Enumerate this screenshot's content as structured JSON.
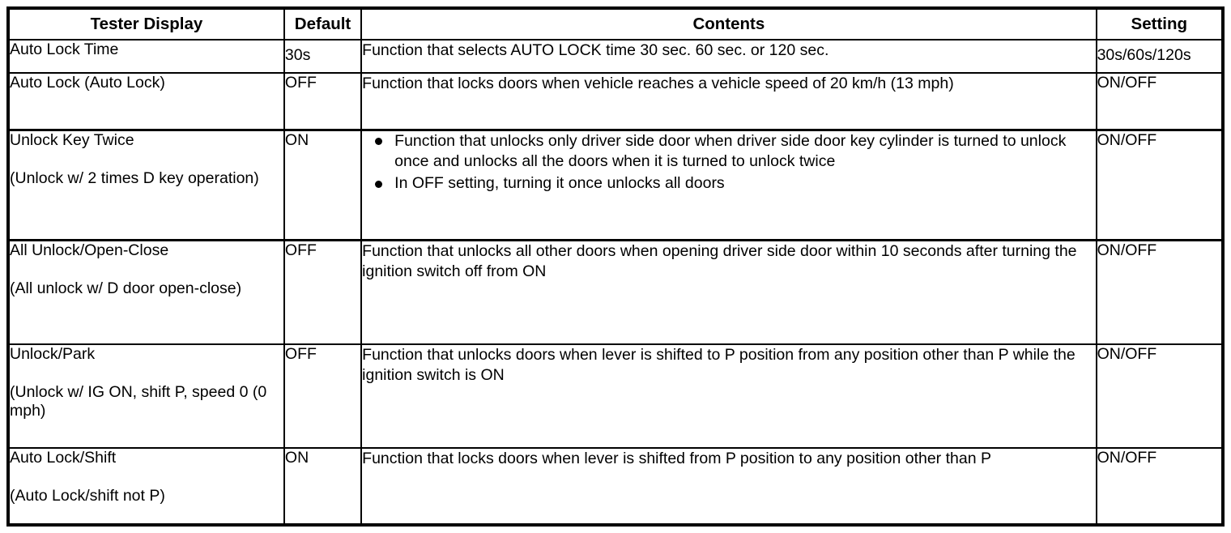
{
  "table": {
    "columns": [
      {
        "key": "tester_display",
        "label": "Tester Display"
      },
      {
        "key": "default",
        "label": "Default"
      },
      {
        "key": "contents",
        "label": "Contents"
      },
      {
        "key": "setting",
        "label": "Setting"
      }
    ],
    "rows": [
      {
        "name_title": "Auto Lock Time",
        "name_sub": "",
        "default": "30s",
        "contents_text": "Function that selects AUTO LOCK time 30 sec. 60 sec. or 120 sec.",
        "bullets": [],
        "setting": "30s/60s/120s"
      },
      {
        "name_title": "Auto Lock (Auto Lock)",
        "name_sub": "",
        "default": "OFF",
        "contents_text": "Function that locks doors when vehicle reaches a vehicle speed of 20 km/h (13 mph)",
        "bullets": [],
        "setting": "ON/OFF"
      },
      {
        "name_title": "Unlock Key Twice",
        "name_sub": "(Unlock w/ 2 times D key operation)",
        "default": "ON",
        "contents_text": "",
        "bullets": [
          "Function that unlocks only driver side door when driver side door key cylinder is turned to unlock once and unlocks all the doors when it is turned to unlock twice",
          "In OFF setting, turning it once unlocks all doors"
        ],
        "setting": "ON/OFF"
      },
      {
        "name_title": "All Unlock/Open-Close",
        "name_sub": "(All unlock w/ D door open-close)",
        "default": "OFF",
        "contents_text": "Function that unlocks all other doors when opening driver side door within 10 seconds after turning the ignition switch off from ON",
        "bullets": [],
        "setting": "ON/OFF"
      },
      {
        "name_title": "Unlock/Park",
        "name_sub": "(Unlock w/ IG ON, shift P, speed 0 (0 mph)",
        "default": "OFF",
        "contents_text": "Function that unlocks doors when lever is shifted to P position from any position other than P while the ignition switch is ON",
        "bullets": [],
        "setting": "ON/OFF"
      },
      {
        "name_title": "Auto Lock/Shift",
        "name_sub": "(Auto Lock/shift not P)",
        "default": "ON",
        "contents_text": "Function that locks doors when lever is shifted from P position to any position other than P",
        "bullets": [],
        "setting": "ON/OFF"
      }
    ]
  },
  "colors": {
    "border": "#000000",
    "text": "#000000",
    "background": "#ffffff"
  }
}
